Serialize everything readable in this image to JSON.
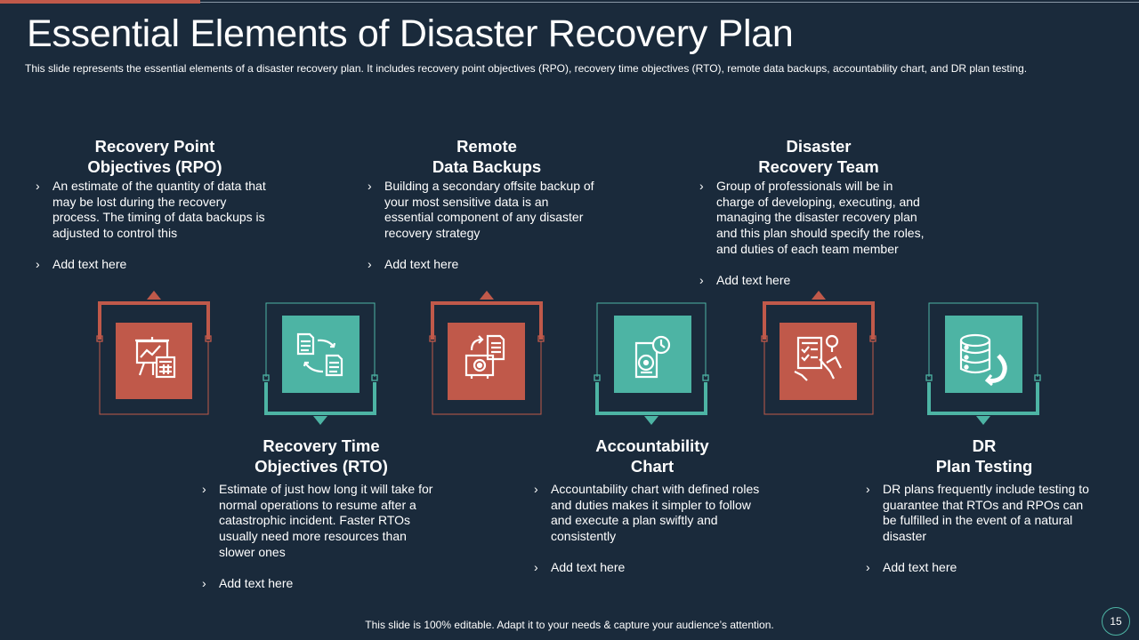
{
  "slide": {
    "title": "Essential Elements of Disaster Recovery Plan",
    "subtitle": "This slide represents the essential elements of a disaster recovery  plan. It includes recovery point objectives (RPO), recovery time objectives (RTO), remote data backups, accountability chart, and DR plan testing.",
    "footer": "This slide is 100% editable. Adapt it to your needs & capture your audience’s attention.",
    "page_number": "15"
  },
  "bullet_glyph": "›",
  "colors": {
    "background": "#1a2a3b",
    "orange": "#c0594a",
    "teal": "#4db4a4"
  },
  "elements": [
    {
      "title_lines": [
        "Recovery Point",
        "Objectives (RPO)"
      ],
      "bullets": [
        "An estimate of the quantity of data that may be lost during the recovery process. The timing of data backups is adjusted to control this",
        "Add text here"
      ],
      "icon": "presentation-calculator-icon",
      "color": "#c0594a"
    },
    {
      "title_lines": [
        "Recovery Time",
        "Objectives (RTO)"
      ],
      "bullets": [
        "Estimate of just how long it will take for normal operations to resume after a catastrophic incident.  Faster RTOs usually need more resources than slower ones",
        "Add text here"
      ],
      "icon": "document-exchange-icon",
      "color": "#4db4a4"
    },
    {
      "title_lines": [
        "Remote",
        "Data Backups"
      ],
      "bullets": [
        "Building a secondary offsite backup of your most sensitive data is an essential component of any disaster recovery strategy",
        "Add text here"
      ],
      "icon": "document-transfer-icon",
      "color": "#c0594a"
    },
    {
      "title_lines": [
        "Accountability",
        "Chart"
      ],
      "bullets": [
        "Accountability chart with defined roles and duties makes it simpler to follow and execute a plan swiftly and consistently",
        "Add text here"
      ],
      "icon": "disk-clock-icon",
      "color": "#4db4a4"
    },
    {
      "title_lines": [
        "Disaster",
        "Recovery Team"
      ],
      "bullets": [
        "Group of professionals will be in charge of developing,  executing, and managing the disaster recovery plan and this plan should specify the roles, and duties of each team member",
        "Add text here"
      ],
      "icon": "team-planning-icon",
      "color": "#c0594a"
    },
    {
      "title_lines": [
        "DR",
        "Plan Testing"
      ],
      "bullets": [
        "DR plans frequently include testing to guarantee that RTOs and RPOs can be fulfilled in the event of a natural disaster",
        "Add text here"
      ],
      "icon": "database-restore-icon",
      "color": "#4db4a4"
    }
  ]
}
